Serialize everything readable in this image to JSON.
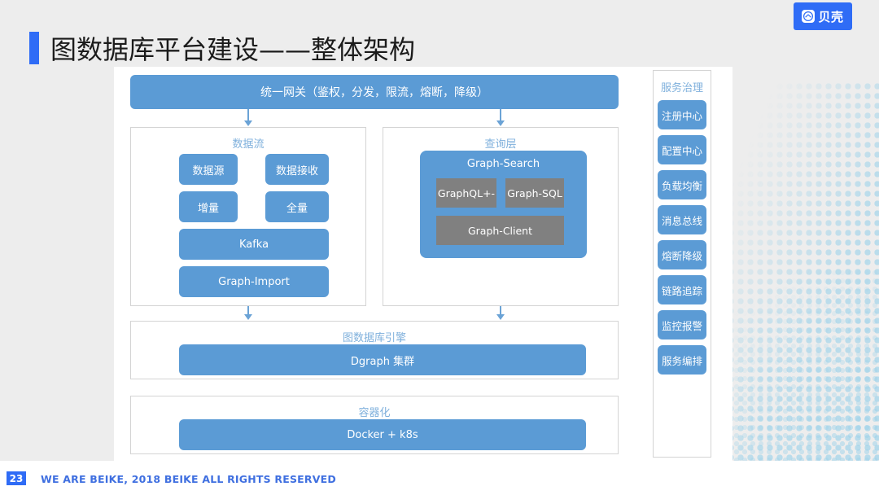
{
  "brand": {
    "logo_text": "贝壳",
    "logo_icon": "shell-house-icon",
    "accent_color": "#2f6cf6"
  },
  "header": {
    "title": "图数据库平台建设——整体架构"
  },
  "colors": {
    "blue_box": "#5b9bd5",
    "gray_box": "#808080",
    "panel_title": "#7fb0dc",
    "page_background": "#ededed",
    "dot_pattern": "#9fd3ea"
  },
  "diagram": {
    "gateway": {
      "label": "统一网关（鉴权，分发，限流，熔断，降级）"
    },
    "dataflow": {
      "title": "数据流",
      "boxes": [
        {
          "label": "数据源"
        },
        {
          "label": "数据接收"
        },
        {
          "label": "增量"
        },
        {
          "label": "全量"
        },
        {
          "label": "Kafka"
        },
        {
          "label": "Graph-Import"
        }
      ]
    },
    "query_layer": {
      "title": "查询层",
      "group_label": "Graph-Search",
      "components": [
        {
          "label": "GraphQL+-"
        },
        {
          "label": "Graph-SQL"
        },
        {
          "label": "Graph-Client"
        }
      ]
    },
    "engine": {
      "title": "图数据库引擎",
      "box_label": "Dgraph 集群"
    },
    "container": {
      "title": "容器化",
      "box_label": "Docker + k8s"
    }
  },
  "sidebar": {
    "title": "服务治理",
    "items": [
      {
        "label": "注册中心"
      },
      {
        "label": "配置中心"
      },
      {
        "label": "负载均衡"
      },
      {
        "label": "消息总线"
      },
      {
        "label": "熔断降级"
      },
      {
        "label": "链路追踪"
      },
      {
        "label": "监控报警"
      },
      {
        "label": "服务编排"
      }
    ]
  },
  "footer": {
    "page_number": "23",
    "copyright": "WE ARE BEIKE, 2018 BEIKE ALL RIGHTS RESERVED"
  }
}
